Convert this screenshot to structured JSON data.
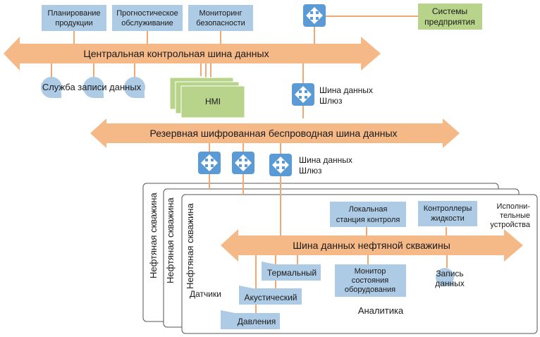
{
  "colors": {
    "bus": "#f5b887",
    "line": "#f2a873",
    "blue_box": "#aecbe6",
    "green_box": "#b7d48a",
    "gateway": "#5b9bd5",
    "panel_border": "#555555"
  },
  "top_boxes": [
    {
      "line1": "Планирование",
      "line2": "продукции"
    },
    {
      "line1": "Прогностическое",
      "line2": "обслуживание"
    },
    {
      "line1": "Мониторинг",
      "line2": "безопасности"
    }
  ],
  "enterprise": {
    "line1": "Системы",
    "line2": "предприятия"
  },
  "central_bus": {
    "label": "Центральная контрольная шина данных"
  },
  "data_logging": {
    "label": "Служба записи данных"
  },
  "hmi": {
    "label": "HMI"
  },
  "gateway_top": {
    "line1": "Шина данных",
    "line2": "Шлюз"
  },
  "wireless_bus": {
    "label": "Резервная шифрованная беспроводная шина данных"
  },
  "gateway_bottom": {
    "line1": "Шина данных",
    "line2": "Шлюз"
  },
  "wells": [
    {
      "label": "Нефтяная скважина"
    },
    {
      "label": "Нефтяная скважина"
    },
    {
      "label": "Нефтяная скважина"
    }
  ],
  "well_bus": {
    "label": "Шина данных нефтяной скважины"
  },
  "local_station": {
    "line1": "Локальная",
    "line2": "станция контроля"
  },
  "fluid_controllers": {
    "line1": "Контроллеры",
    "line2": "жидкости"
  },
  "actuators": {
    "line1": "Исполни-",
    "line2": "тельные",
    "line3": "устройства"
  },
  "sensors": {
    "label": "Датчики",
    "items": [
      {
        "label": "Термальный"
      },
      {
        "label": "Акустический"
      },
      {
        "label": "Давления"
      }
    ]
  },
  "monitor": {
    "line1": "Монитор",
    "line2": "состояния",
    "line3": "оборудования"
  },
  "data_record": {
    "line1": "Запись",
    "line2": "данных"
  },
  "analytics": {
    "label": "Аналитика"
  }
}
